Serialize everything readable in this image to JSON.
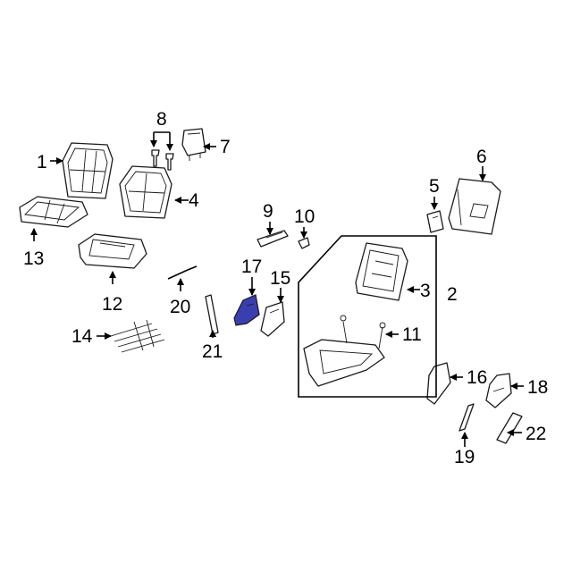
{
  "highlight_color": "#3a3fb0",
  "callouts": {
    "c1": "1",
    "c2": "2",
    "c3": "3",
    "c4": "4",
    "c5": "5",
    "c6": "6",
    "c7": "7",
    "c8": "8",
    "c9": "9",
    "c10": "10",
    "c11": "11",
    "c12": "12",
    "c13": "13",
    "c14": "14",
    "c15": "15",
    "c16": "16",
    "c17": "17",
    "c18": "18",
    "c19": "19",
    "c20": "20",
    "c21": "21",
    "c22": "22"
  }
}
